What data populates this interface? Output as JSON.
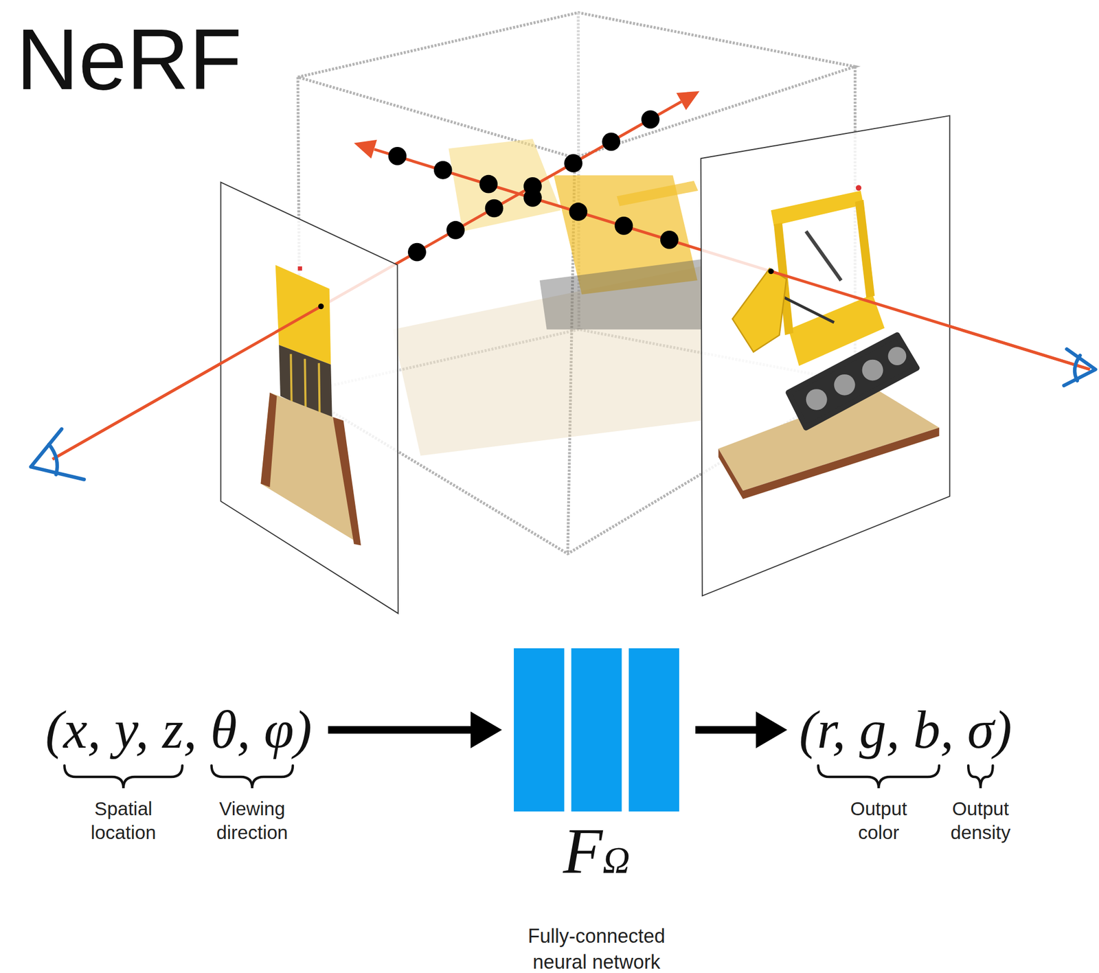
{
  "diagram": {
    "title": "NeRF",
    "nodes": [
      {
        "text": [
          "(x, y, z, θ, φ)"
        ]
      },
      {
        "text": [
          "FΩ",
          "Fully-connected neural network"
        ]
      },
      {
        "text": [
          "(r, g, b, σ)"
        ]
      }
    ],
    "edges": [
      {
        "from": 0,
        "to": 1,
        "arrow": "to"
      },
      {
        "from": 1,
        "to": 2,
        "arrow": "to"
      }
    ],
    "labels": [
      "Spatial location",
      "Viewing direction",
      "Output color",
      "Output density"
    ]
  }
}
